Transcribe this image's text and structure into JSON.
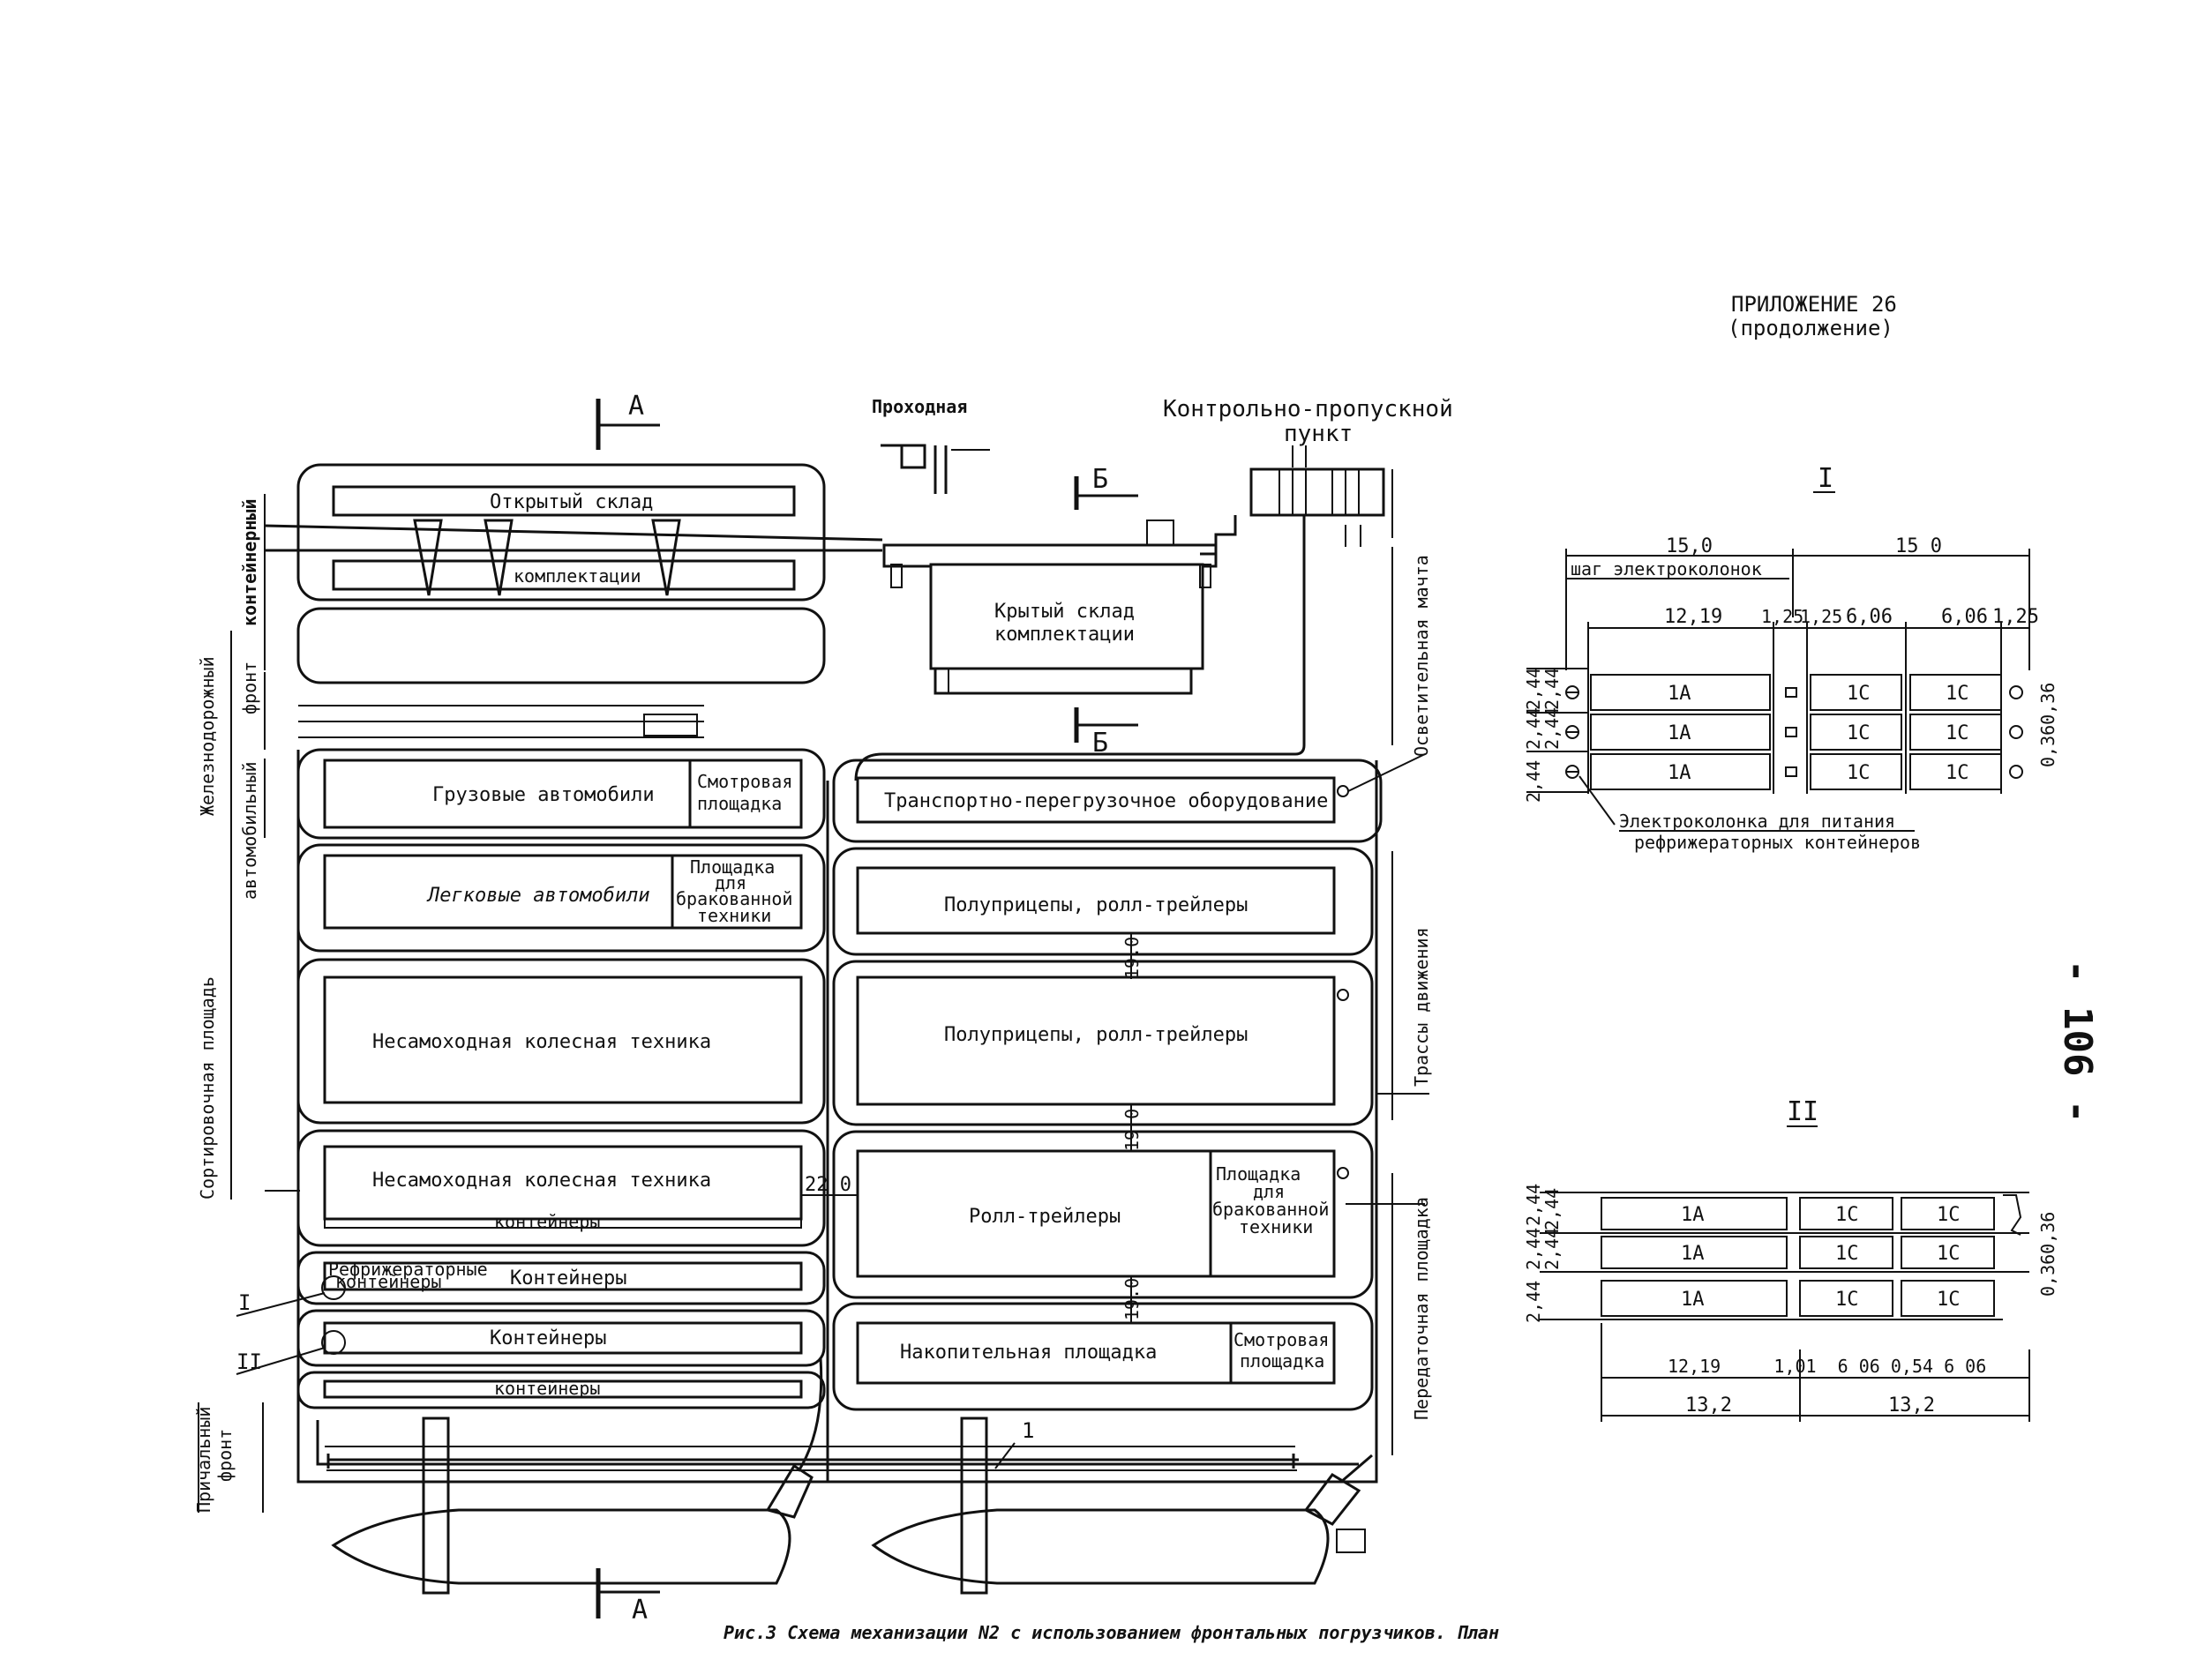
{
  "header": {
    "appendix": "ПРИЛОЖЕНИЕ 26",
    "continuation": "(продолжение)",
    "page_number": "- 106 -"
  },
  "caption": "Рис.3 Схема механизации N2 с использованием фронтальных погрузчиков. План",
  "plan": {
    "section_a_top": "А",
    "section_a_bottom": "А",
    "section_b_top": "Б",
    "section_b_bottom": "Б",
    "checkpoint_small": "Проходная",
    "checkpoint_main_1": "Контрольно-пропускной",
    "checkpoint_main_2": "пункт",
    "open_warehouse": "Открытый склад",
    "open_warehouse_2": "комплектации",
    "covered_warehouse_1": "Крытый склад",
    "covered_warehouse_2": "комплектации",
    "left_labels": {
      "container_front_1": "Железнодорожный",
      "container_front_2": "контейнерный",
      "rail_front": "фронт",
      "auto_front": "автомобильный",
      "sorting": "Сортировочная площадь",
      "berth_1": "Причальный",
      "berth_2": "фронт"
    },
    "right_labels": {
      "lighting_mast": "Осветительная мачта",
      "traffic_routes": "Трассы движения",
      "transfer_area": "Передаточная площадка"
    },
    "zones_left": {
      "trucks": "Грузовые автомобили",
      "inspection_1": "Смотровая",
      "inspection_1b": "площадка",
      "cars": "Легковые автомобили",
      "defect_1": "Площадка",
      "defect_1b": "для",
      "defect_1c": "бракованной",
      "defect_1d": "техники",
      "wheeled_1": "Несамоходная колесная техника",
      "wheeled_2": "Несамоходная колесная техника",
      "containers_1": "контейнеры",
      "reefer_1": "Рефрижераторные",
      "reefer_2": "контейнеры",
      "containers_2": "Контейнеры",
      "containers_3": "Контейнеры",
      "containers_4": "контейнеры"
    },
    "zones_right": {
      "transport": "Транспортно-перегрузочное оборудование",
      "semi_1": "Полуприцепы, ролл-трейлеры",
      "semi_2": "Полуприцепы, ролл-трейлеры",
      "roll": "Ролл-трейлеры",
      "defect_2": "Площадка",
      "defect_2b": "для",
      "defect_2c": "бракованной",
      "defect_2d": "техники",
      "storage": "Накопительная площадка",
      "inspection_2": "Смотровая",
      "inspection_2b": "площадка"
    },
    "dims": {
      "d19a": "19.0",
      "d19b": "19.0",
      "d19c": "19.0",
      "d22": "22.0",
      "callout_1": "1",
      "ref_I": "I",
      "ref_II": "II"
    }
  },
  "detail_I": {
    "title": "I",
    "dim_15a": "15,0",
    "dim_15b": "15 0",
    "step_label": "шаг электроколонок",
    "d1219": "12,19",
    "d125a": "1,25",
    "d125b": "1,25",
    "d606a": "6,06",
    "d606b": "6,06",
    "d125c": "1,25",
    "left_244_a": "2,44",
    "left_244_b": "2,44",
    "left_244_c": "2,44",
    "left_244_d": "2,44",
    "left_244_e": "2,44",
    "right_dim": "0,360,36",
    "cells": [
      "1A",
      "1C",
      "1C",
      "1A",
      "1C",
      "1C",
      "1A",
      "1C",
      "1C"
    ],
    "note_1": "Электроколонка для питания",
    "note_2": "рефрижераторных контейнеров"
  },
  "detail_II": {
    "title": "II",
    "left_244_a": "2,44",
    "left_244_b": "2,44",
    "left_244_c": "2,44",
    "left_244_d": "2,44",
    "left_244_e": "2,44",
    "right_dim": "0,360,36",
    "cells": [
      "1A",
      "1C",
      "1C",
      "1A",
      "1C",
      "1C",
      "1A",
      "1C",
      "1C"
    ],
    "bottom_dims": "12,19     1,01  6 06 0,54 6 06",
    "d132a": "13,2",
    "d132b": "13,2"
  }
}
